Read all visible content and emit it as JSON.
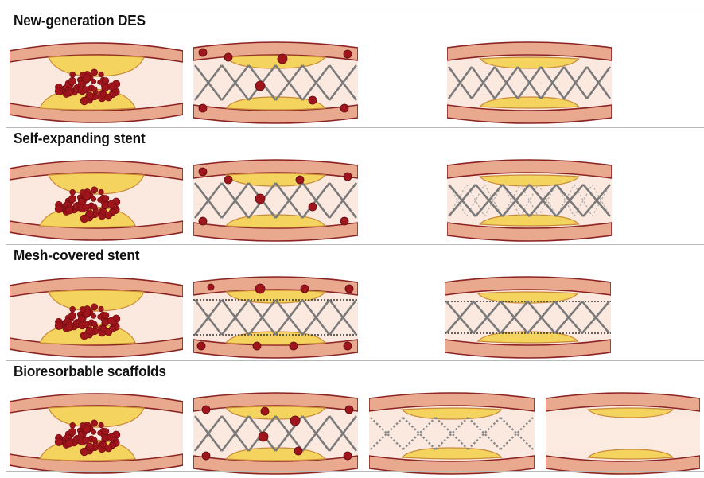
{
  "rows": [
    {
      "title": "New-generation DES"
    },
    {
      "title": "Self-expanding stent"
    },
    {
      "title": "Mesh-covered stent"
    },
    {
      "title": "Bioresorbable scaffolds"
    }
  ],
  "colors": {
    "vessel_wall": "#e8a98f",
    "vessel_outline": "#8b2323",
    "lumen": "#fbe9df",
    "plaque": "#f4d35e",
    "thrombus": "#a0151b",
    "strut": "#7a7a7a"
  }
}
